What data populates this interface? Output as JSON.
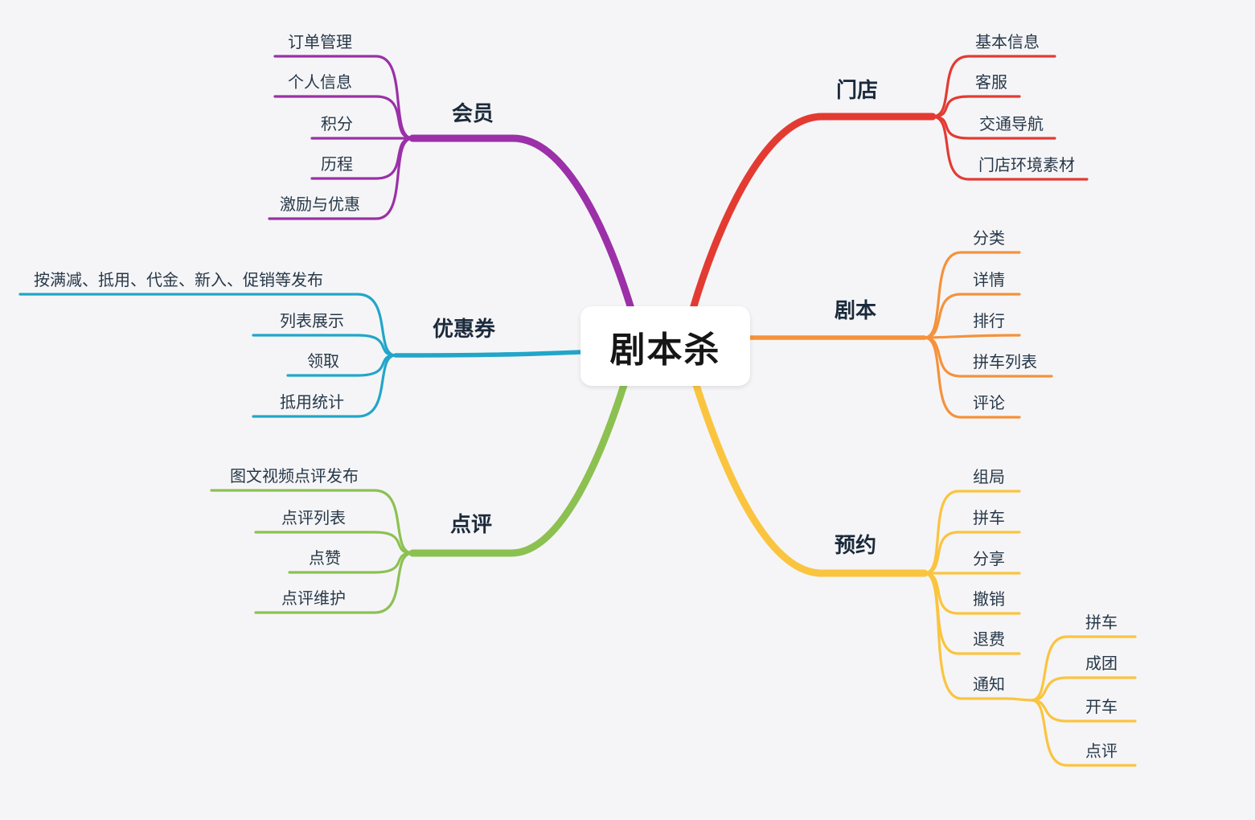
{
  "canvas": {
    "background": "#F5F5F7"
  },
  "root": {
    "label": "剧本杀"
  },
  "branches": [
    {
      "id": "member",
      "label": "会员",
      "color": "#9B30A8",
      "children": [
        {
          "label": "订单管理"
        },
        {
          "label": "个人信息"
        },
        {
          "label": "积分"
        },
        {
          "label": "历程"
        },
        {
          "label": "激励与优惠"
        }
      ]
    },
    {
      "id": "coupon",
      "label": "优惠券",
      "color": "#21A6C9",
      "children": [
        {
          "label": "按满减、抵用、代金、新入、促销等发布"
        },
        {
          "label": "列表展示"
        },
        {
          "label": "领取"
        },
        {
          "label": "抵用统计"
        }
      ]
    },
    {
      "id": "review",
      "label": "点评",
      "color": "#8CC152",
      "children": [
        {
          "label": "图文视频点评发布"
        },
        {
          "label": "点评列表"
        },
        {
          "label": "点赞"
        },
        {
          "label": "点评维护"
        }
      ]
    },
    {
      "id": "store",
      "label": "门店",
      "color": "#E33B32",
      "children": [
        {
          "label": "基本信息"
        },
        {
          "label": "客服"
        },
        {
          "label": "交通导航"
        },
        {
          "label": "门店环境素材"
        }
      ]
    },
    {
      "id": "script",
      "label": "剧本",
      "color": "#F5923B",
      "children": [
        {
          "label": "分类"
        },
        {
          "label": "详情"
        },
        {
          "label": "排行"
        },
        {
          "label": "拼车列表"
        },
        {
          "label": "评论"
        }
      ]
    },
    {
      "id": "booking",
      "label": "预约",
      "color": "#FAC43F",
      "children": [
        {
          "label": "组局"
        },
        {
          "label": "拼车"
        },
        {
          "label": "分享"
        },
        {
          "label": "撤销"
        },
        {
          "label": "退费"
        },
        {
          "label": "通知",
          "children": [
            {
              "label": "拼车"
            },
            {
              "label": "成团"
            },
            {
              "label": "开车"
            },
            {
              "label": "点评"
            }
          ]
        }
      ]
    }
  ]
}
